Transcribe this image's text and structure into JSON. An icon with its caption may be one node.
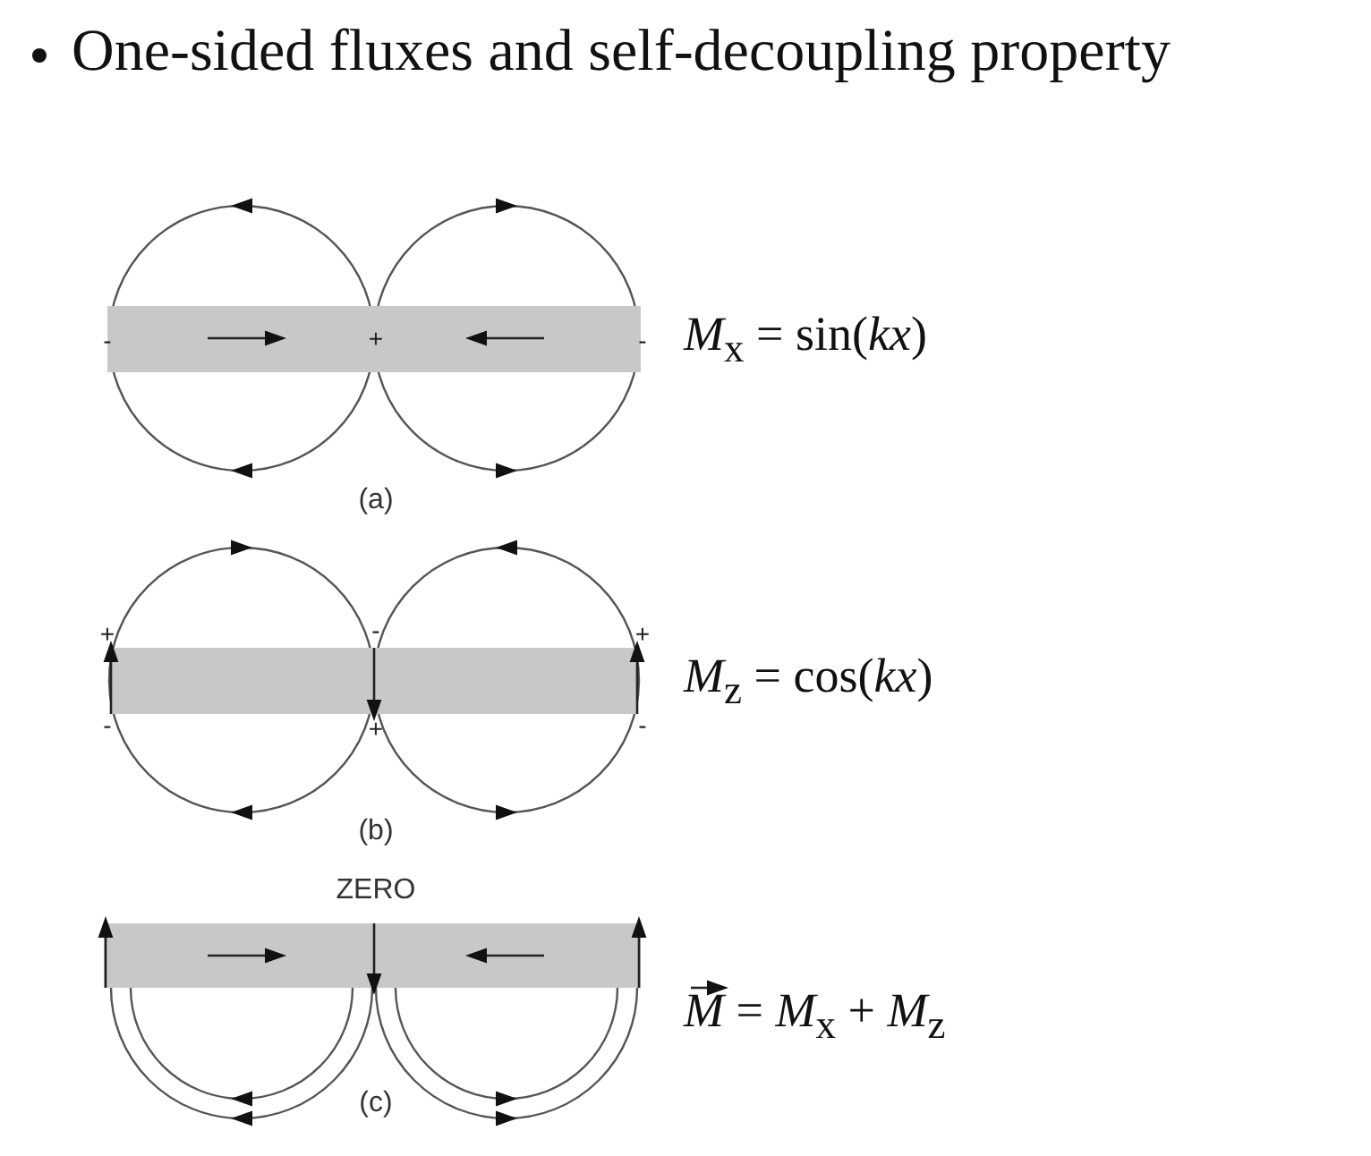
{
  "diagram": {
    "title": "One-sided fluxes and self-decoupling property",
    "labels": [
      "-",
      "+",
      "-",
      "(a)",
      "*M*$_{x}$ = sin(*kx*)",
      "+",
      "-",
      "+",
      "-",
      "+",
      "-",
      "(b)",
      "*M*$_{z}$ = cos(*kx*)",
      "ZERO",
      "(c)",
      "*M* = *M*$_{x}$ + *M*$_{z}$"
    ]
  }
}
